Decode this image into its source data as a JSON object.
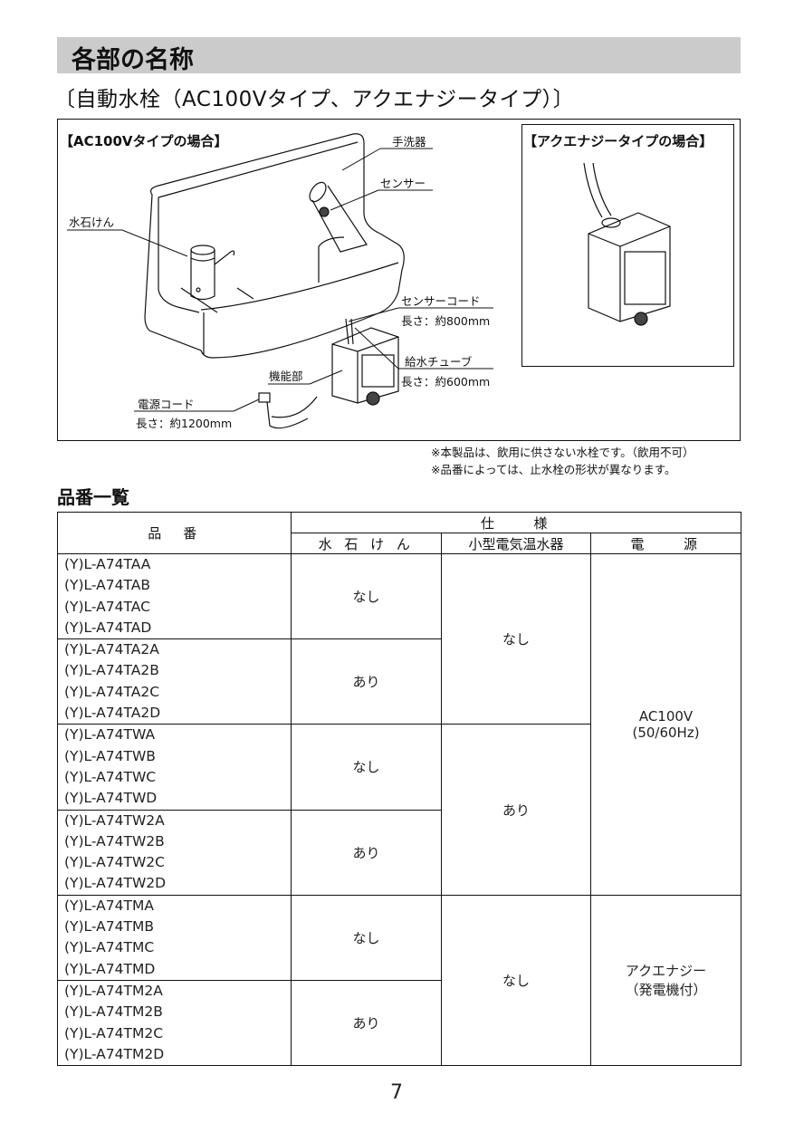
{
  "header": {
    "title": "各部の名称",
    "subtitle": "〔自動水栓（AC100Vタイプ、アクエナジータイプ）〕"
  },
  "figure": {
    "ac100v_label": "【AC100Vタイプの場合】",
    "aquaenergy_label": "【アクエナジータイプの場合】",
    "callouts": {
      "basin": "手洗器",
      "sensor": "センサー",
      "soap": "水石けん",
      "sensor_cord": "センサーコード",
      "sensor_cord_length": "長さ：約800mm",
      "supply_tube": "給水チューブ",
      "supply_tube_length": "長さ：約600mm",
      "function_unit": "機能部",
      "power_cord": "電源コード",
      "power_cord_length": "長さ：約1200mm"
    }
  },
  "notes": [
    "※本製品は、飲用に供さない水栓です。（飲用不可）",
    "※品番によっては、止水栓の形状が異なります。"
  ],
  "table": {
    "heading": "品番一覧",
    "headers": {
      "model": "品　番",
      "spec": "仕　　様",
      "soap": "水 石 け ん",
      "heater": "小型電気温水器",
      "power": "電　　源"
    },
    "groups": [
      {
        "models": [
          "(Y)L-A74TAA",
          "(Y)L-A74TAB",
          "(Y)L-A74TAC",
          "(Y)L-A74TAD"
        ],
        "soap": "なし"
      },
      {
        "models": [
          "(Y)L-A74TA2A",
          "(Y)L-A74TA2B",
          "(Y)L-A74TA2C",
          "(Y)L-A74TA2D"
        ],
        "soap": "あり"
      },
      {
        "models": [
          "(Y)L-A74TWA",
          "(Y)L-A74TWB",
          "(Y)L-A74TWC",
          "(Y)L-A74TWD"
        ],
        "soap": "なし"
      },
      {
        "models": [
          "(Y)L-A74TW2A",
          "(Y)L-A74TW2B",
          "(Y)L-A74TW2C",
          "(Y)L-A74TW2D"
        ],
        "soap": "あり"
      },
      {
        "models": [
          "(Y)L-A74TMA",
          "(Y)L-A74TMB",
          "(Y)L-A74TMC",
          "(Y)L-A74TMD"
        ],
        "soap": "なし"
      },
      {
        "models": [
          "(Y)L-A74TM2A",
          "(Y)L-A74TM2B",
          "(Y)L-A74TM2C",
          "(Y)L-A74TM2D"
        ],
        "soap": "あり"
      }
    ],
    "heater_values": [
      "なし",
      "あり",
      "なし"
    ],
    "power_values": [
      {
        "line1": "AC100V",
        "line2": "(50/60Hz)"
      },
      {
        "line1": "アクエナジー",
        "line2": "（発電機付）"
      }
    ]
  },
  "page_number": "7"
}
